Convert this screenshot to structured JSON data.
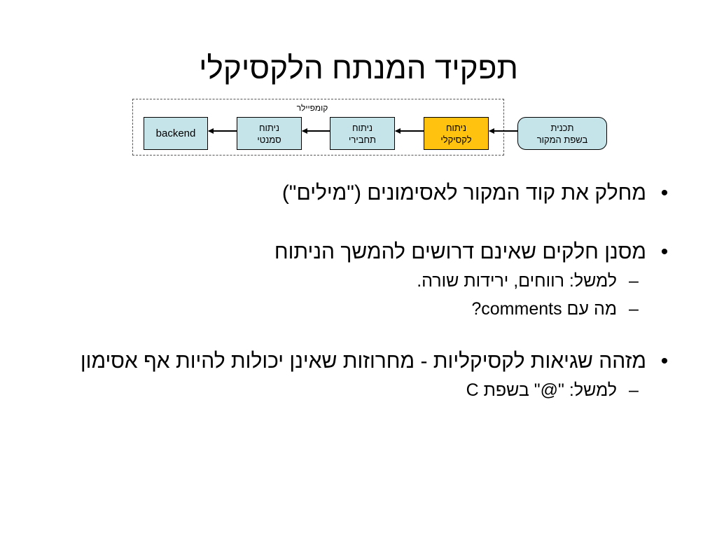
{
  "slide": {
    "title": "תפקיד המנתח הלקסיקלי"
  },
  "diagram": {
    "frame_label": "קומפיילר",
    "boxes": {
      "backend": "backend",
      "semantic": {
        "line1": "ניתוח",
        "line2": "סמנטי"
      },
      "syntax": {
        "line1": "ניתוח",
        "line2": "תחבירי"
      },
      "lexical": {
        "line1": "ניתוח",
        "line2": "לקסיקלי"
      },
      "source": {
        "line1": "תכנית",
        "line2": "בשפת המקור"
      }
    },
    "colors": {
      "box_fill": "#c5e4ea",
      "highlight_fill": "#ffc20e"
    }
  },
  "bullets": {
    "marker": "•",
    "sub_marker": "–",
    "item1": "מחלק את קוד המקור לאסימונים (\"מילים\")",
    "item2": "מסנן חלקים שאינם דרושים להמשך הניתוח",
    "item2_sub1": "למשל: רווחים, ירידות שורה.",
    "item2_sub2": "מה עם comments?",
    "item3": "מזהה שגיאות לקסיקליות - מחרוזות שאינן יכולות להיות אף אסימון",
    "item3_sub1": "למשל: \"@\" בשפת C"
  }
}
